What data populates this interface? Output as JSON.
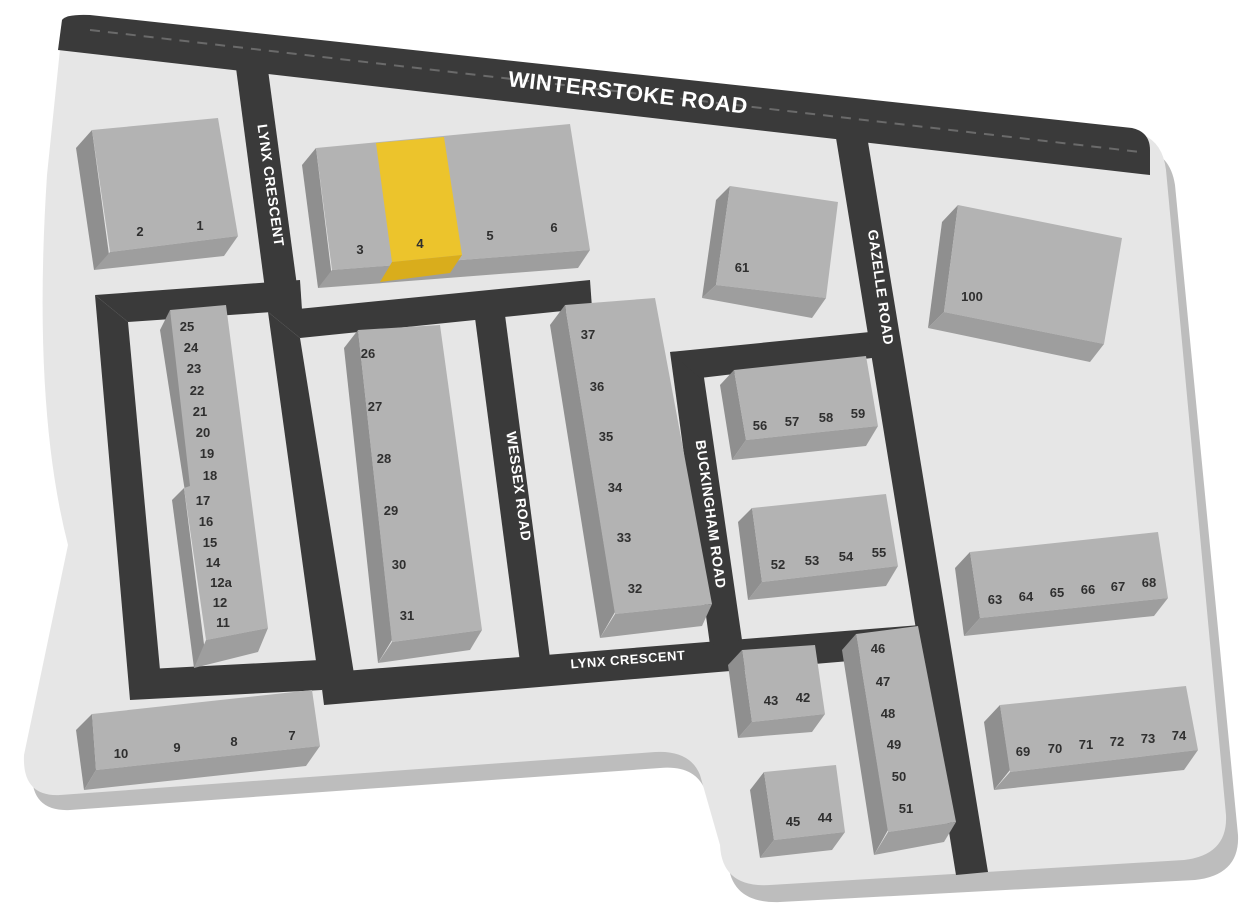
{
  "colors": {
    "background": "#ffffff",
    "estate_shadow": "#bdbdbd",
    "estate_ground": "#e6e6e6",
    "road": "#3a3a3a",
    "road_dash": "#6a6a6a",
    "building_top": "#b3b3b3",
    "building_side": "#8f8f8f",
    "building_front": "#9e9e9e",
    "highlight_top": "#ecc42c",
    "highlight_front": "#d9ad1c",
    "label": "#2f2f2f",
    "road_label": "#ffffff"
  },
  "roads": {
    "winterstoke": "WINTERSTOKE ROAD",
    "lynx_crescent_north": "LYNX CRESCENT",
    "lynx_crescent_south": "LYNX CRESCENT",
    "wessex": "WESSEX ROAD",
    "buckingham": "BUCKINGHAM ROAD",
    "gazelle": "GAZELLE ROAD"
  },
  "highlighted_unit": "4",
  "units": {
    "u1": "1",
    "u2": "2",
    "u3": "3",
    "u4": "4",
    "u5": "5",
    "u6": "6",
    "u7": "7",
    "u8": "8",
    "u9": "9",
    "u10": "10",
    "u11": "11",
    "u12": "12",
    "u12a": "12a",
    "u14": "14",
    "u15": "15",
    "u16": "16",
    "u17": "17",
    "u18": "18",
    "u19": "19",
    "u20": "20",
    "u21": "21",
    "u22": "22",
    "u23": "23",
    "u24": "24",
    "u25": "25",
    "u26": "26",
    "u27": "27",
    "u28": "28",
    "u29": "29",
    "u30": "30",
    "u31": "31",
    "u32": "32",
    "u33": "33",
    "u34": "34",
    "u35": "35",
    "u36": "36",
    "u37": "37",
    "u42": "42",
    "u43": "43",
    "u44": "44",
    "u45": "45",
    "u46": "46",
    "u47": "47",
    "u48": "48",
    "u49": "49",
    "u50": "50",
    "u51": "51",
    "u52": "52",
    "u53": "53",
    "u54": "54",
    "u55": "55",
    "u56": "56",
    "u57": "57",
    "u58": "58",
    "u59": "59",
    "u61": "61",
    "u63": "63",
    "u64": "64",
    "u65": "65",
    "u66": "66",
    "u67": "67",
    "u68": "68",
    "u69": "69",
    "u70": "70",
    "u71": "71",
    "u72": "72",
    "u73": "73",
    "u74": "74",
    "u100": "100"
  }
}
